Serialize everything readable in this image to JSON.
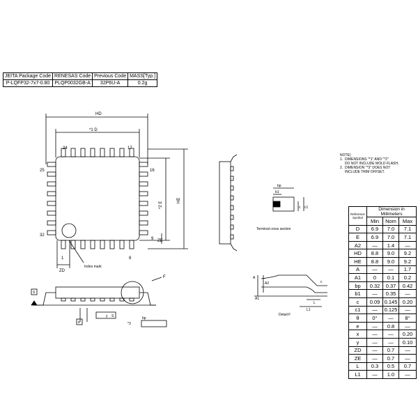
{
  "package_table": {
    "headers": [
      "JEITA Package Code",
      "RENESAS Code",
      "Previous Code",
      "MASS[Typ.]"
    ],
    "row": [
      "P-LQFP32-7x7-0.80",
      "PLQP0032GB-A",
      "32P6U-A",
      "0.2g"
    ]
  },
  "top_view": {
    "hd_label": "HD",
    "d_label": "*1 D",
    "e_label": "*2 E",
    "he_label": "HE",
    "pin_labels": [
      "24",
      "17",
      "25",
      "16",
      "32",
      "9",
      "1",
      "8"
    ],
    "zd_label": "ZD",
    "ze_label": "ZE",
    "index_mark": "Index mark",
    "f_label": "F"
  },
  "side_view": {
    "y_label": "y",
    "s_label": "S",
    "e_label": "e",
    "bp_label": "bp",
    "tol_label": "*3"
  },
  "terminal": {
    "title": "Terminal cross section",
    "bp": "bp",
    "b1": "b1",
    "c": "c",
    "c1": "c1"
  },
  "detail": {
    "title": "Detail F",
    "labels": [
      "A",
      "A2",
      "A1",
      "L",
      "L1",
      "c"
    ]
  },
  "notes": {
    "title": "NOTE)",
    "items": [
      "1.  DIMENSIONS \"*1\" AND \"*2\"",
      "     DO NOT INCLUDE MOLD FLASH.",
      "2.  DIMENSION \"*3\" DOES NOT",
      "     INCLUDE TRIM OFFSET."
    ]
  },
  "dimensions": {
    "title": "Dimension in Millimeters",
    "ref_header": "Reference Symbol",
    "col_headers": [
      "Min",
      "Nom",
      "Max"
    ],
    "rows": [
      {
        "sym": "D",
        "min": "6.9",
        "nom": "7.0",
        "max": "7.1"
      },
      {
        "sym": "E",
        "min": "6.9",
        "nom": "7.0",
        "max": "7.1"
      },
      {
        "sym": "A2",
        "min": "—",
        "nom": "1.4",
        "max": "—"
      },
      {
        "sym": "HD",
        "min": "8.8",
        "nom": "9.0",
        "max": "9.2"
      },
      {
        "sym": "HE",
        "min": "8.8",
        "nom": "9.0",
        "max": "9.2"
      },
      {
        "sym": "A",
        "min": "—",
        "nom": "—",
        "max": "1.7"
      },
      {
        "sym": "A1",
        "min": "0",
        "nom": "0.1",
        "max": "0.2"
      },
      {
        "sym": "bp",
        "min": "0.32",
        "nom": "0.37",
        "max": "0.42"
      },
      {
        "sym": "b1",
        "min": "—",
        "nom": "0.35",
        "max": "—"
      },
      {
        "sym": "c",
        "min": "0.09",
        "nom": "0.145",
        "max": "0.20"
      },
      {
        "sym": "c1",
        "min": "—",
        "nom": "0.125",
        "max": "—"
      },
      {
        "sym": "θ",
        "min": "0°",
        "nom": "—",
        "max": "8°"
      },
      {
        "sym": "e",
        "min": "—",
        "nom": "0.8",
        "max": "—"
      },
      {
        "sym": "x",
        "min": "—",
        "nom": "—",
        "max": "0.20"
      },
      {
        "sym": "y",
        "min": "—",
        "nom": "—",
        "max": "0.10"
      },
      {
        "sym": "ZD",
        "min": "—",
        "nom": "0.7",
        "max": "—"
      },
      {
        "sym": "ZE",
        "min": "—",
        "nom": "0.7",
        "max": "—"
      },
      {
        "sym": "L",
        "min": "0.3",
        "nom": "0.5",
        "max": "0.7"
      },
      {
        "sym": "L1",
        "min": "—",
        "nom": "1.0",
        "max": "—"
      }
    ]
  }
}
